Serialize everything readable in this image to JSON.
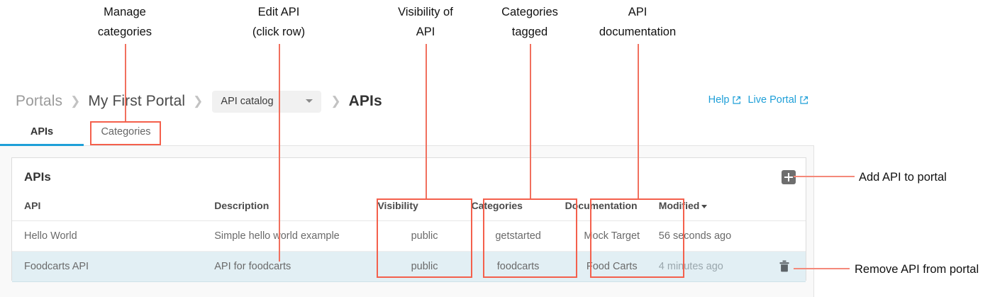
{
  "annotations": {
    "top": [
      {
        "name": "manage-categories",
        "line1": "Manage",
        "line2": "categories"
      },
      {
        "name": "edit-api",
        "line1": "Edit API",
        "line2": "(click row)"
      },
      {
        "name": "visibility-of-api",
        "line1": "Visibility of",
        "line2": "API"
      },
      {
        "name": "categories-tagged",
        "line1": "Categories",
        "line2": "tagged"
      },
      {
        "name": "api-documentation",
        "line1": "API",
        "line2": "documentation"
      }
    ],
    "side": [
      {
        "name": "add-api-to-portal",
        "text": "Add API to portal"
      },
      {
        "name": "remove-api-from-portal",
        "text": "Remove API from portal"
      }
    ],
    "line_color": "#f1705e",
    "box_color": "#f4604c"
  },
  "breadcrumb": {
    "items": [
      {
        "label": "Portals",
        "style": "muted"
      },
      {
        "label": "My First Portal",
        "style": "dark"
      }
    ],
    "separator": "❯",
    "catalog_select": {
      "value": "API catalog"
    },
    "current": "APIs"
  },
  "toplinks": [
    {
      "label": "Help",
      "icon": "external-link-icon"
    },
    {
      "label": "Live Portal",
      "icon": "external-link-icon"
    }
  ],
  "tabs": [
    {
      "label": "APIs",
      "active": true
    },
    {
      "label": "Categories",
      "active": false
    }
  ],
  "card": {
    "title": "APIs",
    "add_button_icon": "plus-icon",
    "delete_row_icon": "trash-icon",
    "columns": [
      "API",
      "Description",
      "Visibility",
      "Categories",
      "Documentation",
      "Modified"
    ],
    "sort_column": "Modified",
    "rows": [
      {
        "api": "Hello World",
        "description": "Simple hello world example",
        "visibility": "public",
        "categories": "getstarted",
        "documentation": "Mock Target",
        "modified": "56 seconds ago",
        "selected": false
      },
      {
        "api": "Foodcarts API",
        "description": "API for foodcarts",
        "visibility": "public",
        "categories": "foodcarts",
        "documentation": "Food Carts",
        "modified": "4 minutes ago",
        "selected": true
      }
    ]
  },
  "colors": {
    "accent": "#1e9fd8",
    "annotation": "#f4604c",
    "selected_row": "#e2eff4",
    "page_bg": "#f9f9f9"
  }
}
